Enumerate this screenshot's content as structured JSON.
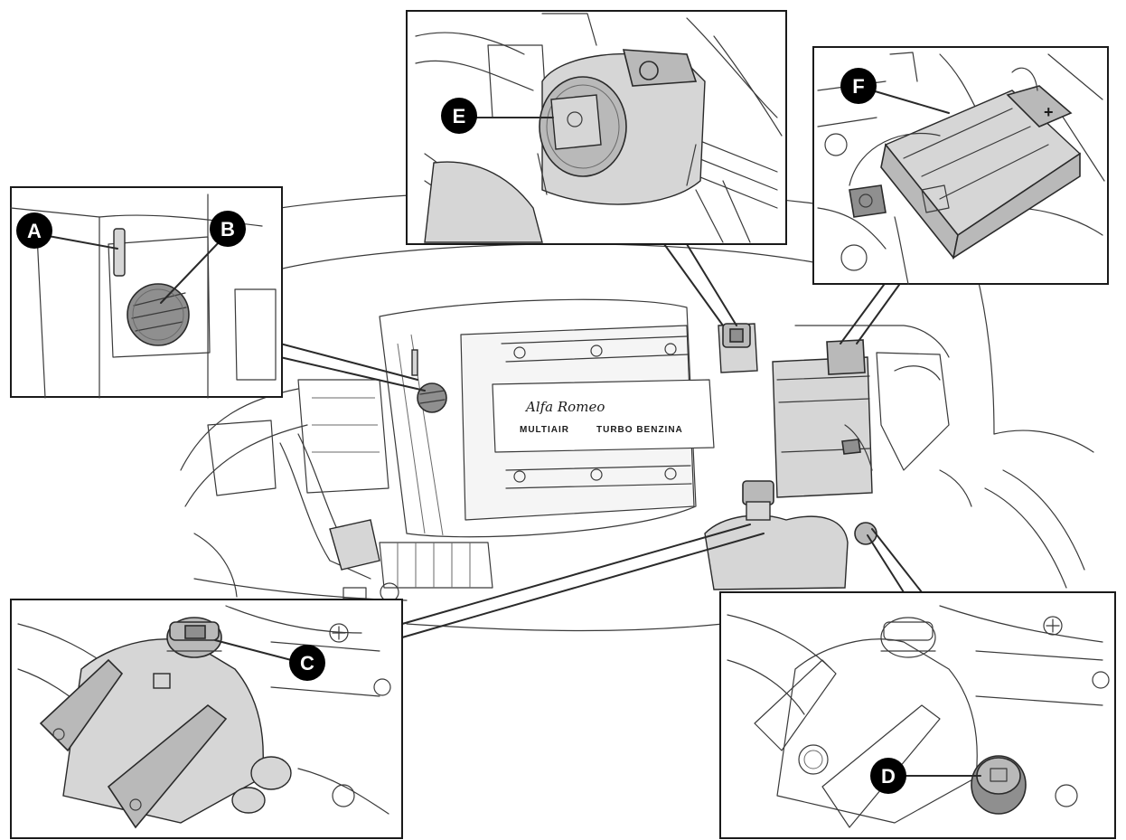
{
  "callouts": {
    "A": "A",
    "B": "B",
    "C": "C",
    "D": "D",
    "E": "E",
    "F": "F"
  },
  "engine_cover": {
    "brand_script": "Alfa Romeo",
    "engine_name": "MULTIAIR",
    "engine_variant": "TURBO BENZINA"
  },
  "battery_inset": {
    "plus_symbol": "+"
  }
}
